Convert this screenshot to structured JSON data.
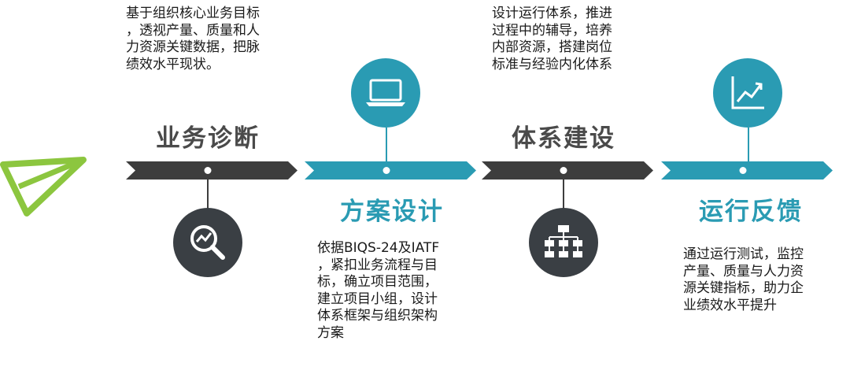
{
  "stages": [
    {
      "title": "业务诊断",
      "description": "基于组织核心业务目标\n，透视产量、质量和人\n力资源关键数据，把脉\n绩效水平现状。",
      "icon": "magnifier-chart-icon"
    },
    {
      "title": "方案设计",
      "description": "依据BIQS-24及IATF\n，紧扣业务流程与目\n标，确立项目范围，\n建立项目小组，设计\n体系框架与组织架构\n方案",
      "icon": "laptop-icon"
    },
    {
      "title": "体系建设",
      "description": "设计运行体系，推进\n过程中的辅导，培养\n内部资源，搭建岗位\n标准与经验内化体系",
      "icon": "org-chart-icon"
    },
    {
      "title": "运行反馈",
      "description": "通过运行测试，监控\n产量、质量与人力资\n源关键指标，助力企\n业绩效水平提升",
      "icon": "line-chart-icon"
    }
  ],
  "colors": {
    "dark": "#3d3d3d",
    "teal": "#2a9bb3",
    "plane": "#8cc63f"
  },
  "decoration": {
    "icon": "paper-plane-icon"
  }
}
